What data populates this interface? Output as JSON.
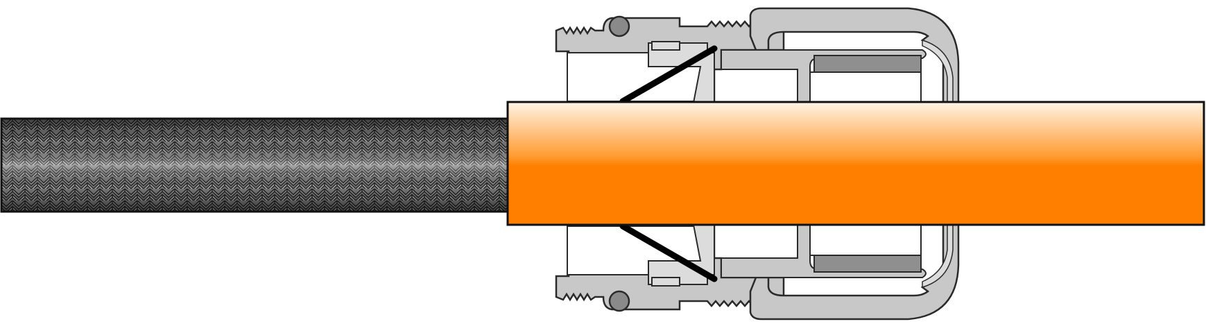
{
  "diagram": {
    "subject": "push-fit-cable-gland-cross-section",
    "components": [
      {
        "id": "braided-hose",
        "role": "braided metal sleeve"
      },
      {
        "id": "orange-pipe",
        "role": "inserted pipe"
      },
      {
        "id": "threaded-body",
        "role": "threaded fitting body"
      },
      {
        "id": "union-nut",
        "role": "cap nut"
      },
      {
        "id": "o-ring",
        "role": "seal ring"
      },
      {
        "id": "grip-spring",
        "role": "angled grip spring"
      },
      {
        "id": "collet-liner",
        "role": "inner liner"
      }
    ]
  },
  "colors": {
    "pipe_light": "#fff4e6",
    "pipe_mid": "#ff9a2e",
    "pipe_dark": "#ff7f00",
    "metal_fill": "#c8c8c8",
    "metal_light": "#dcdcdc",
    "metal_dark": "#8a8a8a",
    "outline": "#2a2a2a",
    "spring": "#000000",
    "braid_dark": "#2b2b2b",
    "braid_light": "#d8d8d8"
  }
}
